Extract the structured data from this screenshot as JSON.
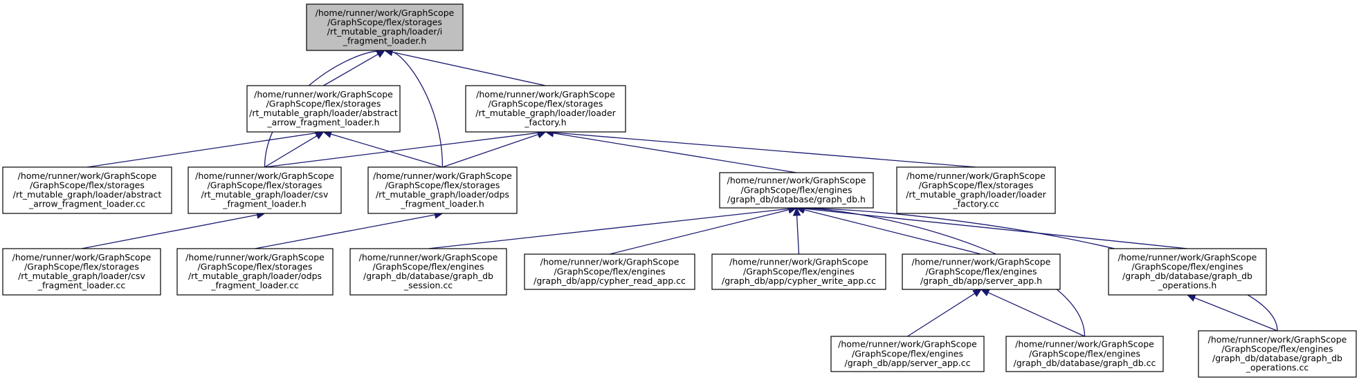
{
  "diagram": {
    "title": "",
    "colors": {
      "edge": "#191970",
      "root_fill": "#bfbfbf",
      "node_fill": "#ffffff",
      "node_border": "#000000"
    },
    "nodes": [
      {
        "id": "n0",
        "root": true,
        "lines": [
          "/home/runner/work/GraphScope",
          "/GraphScope/flex/storages",
          "/rt_mutable_graph/loader/i",
          "_fragment_loader.h"
        ]
      },
      {
        "id": "n1",
        "lines": [
          "/home/runner/work/GraphScope",
          "/GraphScope/flex/storages",
          "/rt_mutable_graph/loader/abstract",
          "_arrow_fragment_loader.h"
        ]
      },
      {
        "id": "n2",
        "lines": [
          "/home/runner/work/GraphScope",
          "/GraphScope/flex/storages",
          "/rt_mutable_graph/loader/loader",
          "_factory.h"
        ]
      },
      {
        "id": "n3",
        "lines": [
          "/home/runner/work/GraphScope",
          "/GraphScope/flex/storages",
          "/rt_mutable_graph/loader/abstract",
          "_arrow_fragment_loader.cc"
        ]
      },
      {
        "id": "n4",
        "lines": [
          "/home/runner/work/GraphScope",
          "/GraphScope/flex/storages",
          "/rt_mutable_graph/loader/csv",
          "_fragment_loader.h"
        ]
      },
      {
        "id": "n5",
        "lines": [
          "/home/runner/work/GraphScope",
          "/GraphScope/flex/storages",
          "/rt_mutable_graph/loader/odps",
          "_fragment_loader.h"
        ]
      },
      {
        "id": "n6",
        "lines": [
          "/home/runner/work/GraphScope",
          "/GraphScope/flex/engines",
          "/graph_db/database/graph_db.h"
        ]
      },
      {
        "id": "n7",
        "lines": [
          "/home/runner/work/GraphScope",
          "/GraphScope/flex/storages",
          "/rt_mutable_graph/loader/loader",
          "_factory.cc"
        ]
      },
      {
        "id": "n8",
        "lines": [
          "/home/runner/work/GraphScope",
          "/GraphScope/flex/storages",
          "/rt_mutable_graph/loader/csv",
          "_fragment_loader.cc"
        ]
      },
      {
        "id": "n9",
        "lines": [
          "/home/runner/work/GraphScope",
          "/GraphScope/flex/storages",
          "/rt_mutable_graph/loader/odps",
          "_fragment_loader.cc"
        ]
      },
      {
        "id": "n10",
        "lines": [
          "/home/runner/work/GraphScope",
          "/GraphScope/flex/engines",
          "/graph_db/database/graph_db",
          "_session.cc"
        ]
      },
      {
        "id": "n11",
        "lines": [
          "/home/runner/work/GraphScope",
          "/GraphScope/flex/engines",
          "/graph_db/app/cypher_read_app.cc"
        ]
      },
      {
        "id": "n12",
        "lines": [
          "/home/runner/work/GraphScope",
          "/GraphScope/flex/engines",
          "/graph_db/app/cypher_write_app.cc"
        ]
      },
      {
        "id": "n13",
        "lines": [
          "/home/runner/work/GraphScope",
          "/GraphScope/flex/engines",
          "/graph_db/app/server_app.h"
        ]
      },
      {
        "id": "n14",
        "lines": [
          "/home/runner/work/GraphScope",
          "/GraphScope/flex/engines",
          "/graph_db/database/graph_db",
          "_operations.h"
        ]
      },
      {
        "id": "n15",
        "lines": [
          "/home/runner/work/GraphScope",
          "/GraphScope/flex/engines",
          "/graph_db/app/server_app.cc"
        ]
      },
      {
        "id": "n16",
        "lines": [
          "/home/runner/work/GraphScope",
          "/GraphScope/flex/engines",
          "/graph_db/database/graph_db.cc"
        ]
      },
      {
        "id": "n17",
        "lines": [
          "/home/runner/work/GraphScope",
          "/GraphScope/flex/engines",
          "/graph_db/database/graph_db",
          "_operations.cc"
        ]
      }
    ],
    "edges": [
      {
        "from": "n1",
        "to": "n0"
      },
      {
        "from": "n2",
        "to": "n0"
      },
      {
        "from": "n4",
        "to": "n0"
      },
      {
        "from": "n5",
        "to": "n0"
      },
      {
        "from": "n3",
        "to": "n1"
      },
      {
        "from": "n4",
        "to": "n1"
      },
      {
        "from": "n5",
        "to": "n1"
      },
      {
        "from": "n4",
        "to": "n2"
      },
      {
        "from": "n5",
        "to": "n2"
      },
      {
        "from": "n6",
        "to": "n2"
      },
      {
        "from": "n7",
        "to": "n2"
      },
      {
        "from": "n8",
        "to": "n4"
      },
      {
        "from": "n9",
        "to": "n5"
      },
      {
        "from": "n10",
        "to": "n6"
      },
      {
        "from": "n11",
        "to": "n6"
      },
      {
        "from": "n12",
        "to": "n6"
      },
      {
        "from": "n13",
        "to": "n6"
      },
      {
        "from": "n14",
        "to": "n6"
      },
      {
        "from": "n16",
        "to": "n6"
      },
      {
        "from": "n17",
        "to": "n6"
      },
      {
        "from": "n15",
        "to": "n13"
      },
      {
        "from": "n16",
        "to": "n13"
      },
      {
        "from": "n17",
        "to": "n14"
      }
    ]
  }
}
